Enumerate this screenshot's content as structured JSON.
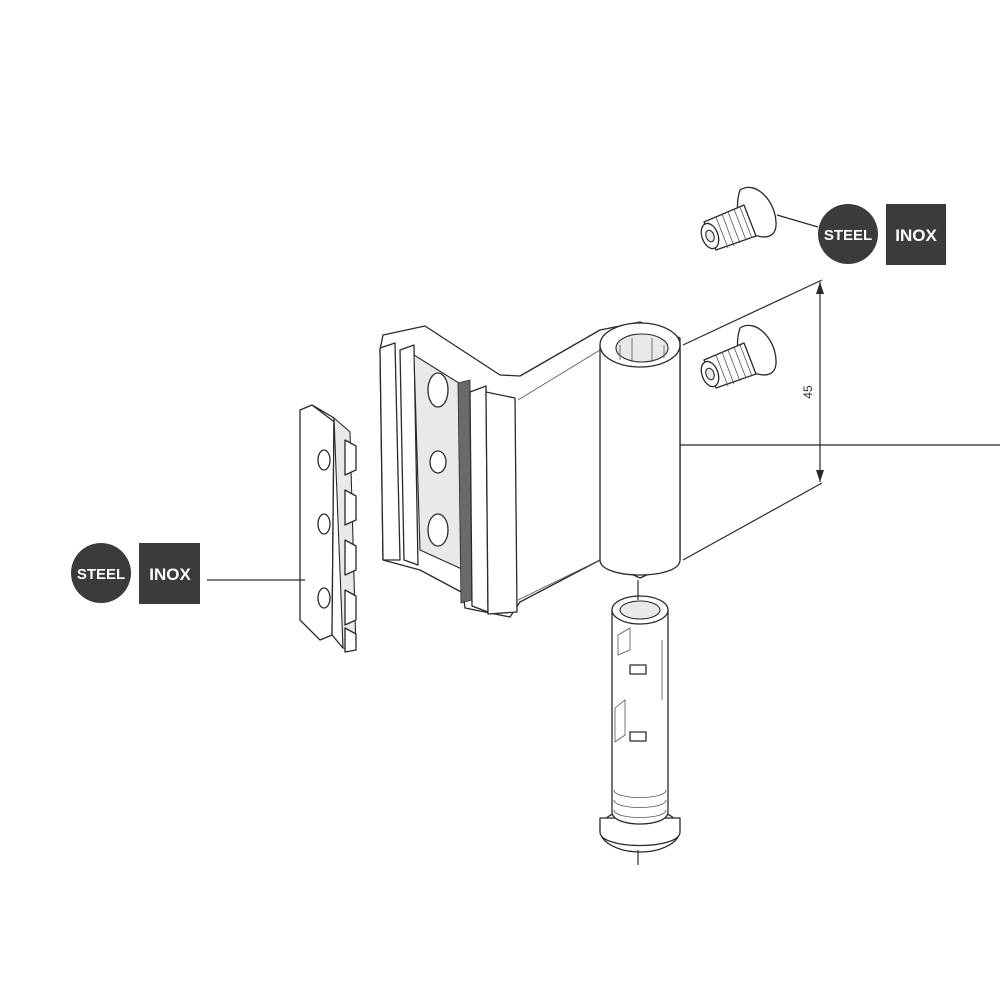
{
  "badges": {
    "top_steel": "STEEL",
    "top_inox": "INOX",
    "left_steel": "STEEL",
    "left_inox": "INOX"
  },
  "dimension": {
    "value": "45"
  },
  "colors": {
    "badge_fill": "#3b3b3b",
    "line": "#2a2a2a"
  }
}
